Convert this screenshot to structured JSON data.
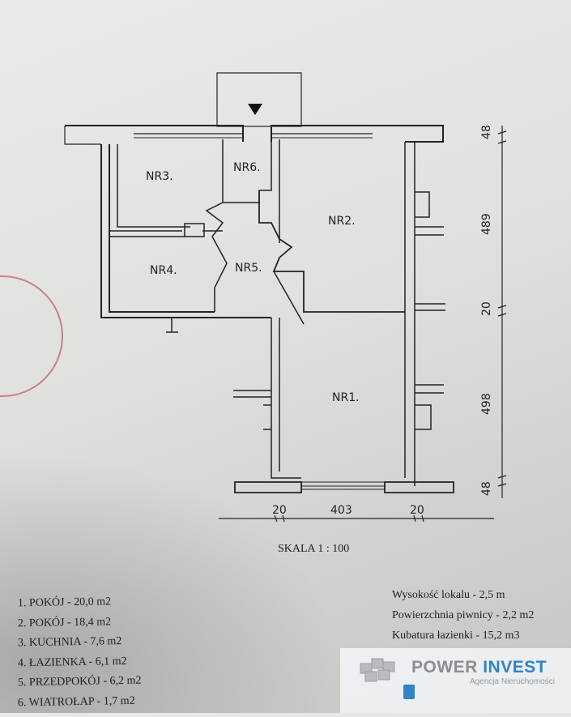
{
  "plan": {
    "rooms": [
      {
        "id": "NR1.",
        "label": "NR1."
      },
      {
        "id": "NR2.",
        "label": "NR2."
      },
      {
        "id": "NR3.",
        "label": "NR3."
      },
      {
        "id": "NR4.",
        "label": "NR4."
      },
      {
        "id": "NR5.",
        "label": "NR5."
      },
      {
        "id": "NR6.",
        "label": "NR6."
      }
    ],
    "dimensions_vertical": [
      "48",
      "489",
      "20",
      "498",
      "48"
    ],
    "dimensions_horizontal": [
      "20",
      "403",
      "20"
    ],
    "scale_label": "SKALA 1 : 100"
  },
  "room_list": [
    "1. POKÓJ - 20,0 m2",
    "2. POKÓJ - 18,4 m2",
    "3. KUCHNIA - 7,6 m2",
    "4. ŁAZIENKA - 6,1 m2",
    "5. PRZEDPOKÓJ - 6,2 m2",
    "6. WIATROŁAP - 1,7 m2"
  ],
  "properties": [
    "Wysokość lokalu - 2,5 m",
    "Powierzchnia piwnicy - 2,2 m2",
    "Kubatura łazienki - 15,2 m3"
  ],
  "watermark": {
    "brand_a": "POWER",
    "brand_b": "INVEST",
    "subtitle": "Agencja Nieruchomości",
    "accent": "#2d84c8"
  }
}
